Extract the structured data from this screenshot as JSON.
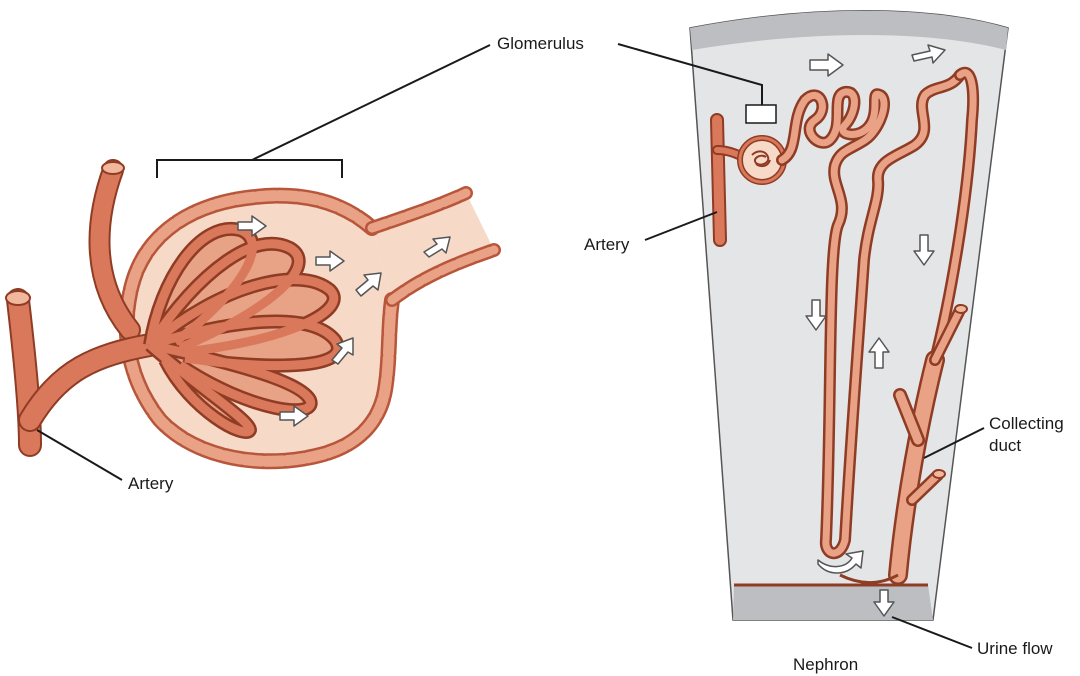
{
  "labels": {
    "glomerulus": "Glomerulus",
    "artery_left": "Artery",
    "artery_right": "Artery",
    "collecting_duct": "Collecting duct",
    "urine_flow": "Urine flow",
    "nephron": "Nephron"
  },
  "colors": {
    "vessel_fill": "#d9785a",
    "vessel_stroke": "#8f3c25",
    "capsule_fill": "#f7d9c8",
    "capsule_cell": "#e9a285",
    "tissue_gray": "#e4e5e7",
    "band_gray": "#bdbec1",
    "arrow_fill": "#ffffff",
    "text": "#1a1a1a"
  }
}
